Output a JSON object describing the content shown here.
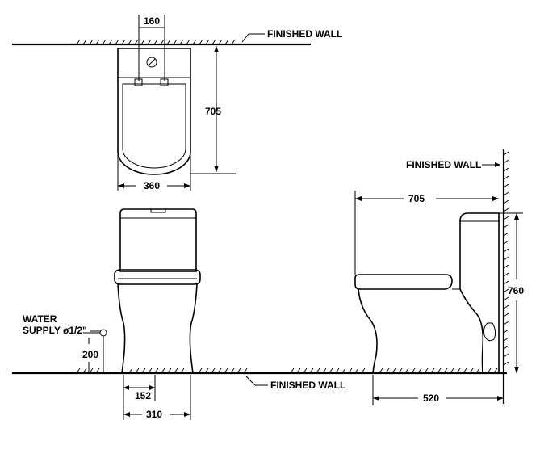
{
  "labels": {
    "finished_wall_top": "FINISHED WALL",
    "finished_wall_right": "FINISHED WALL",
    "finished_wall_bottom": "FINISHED WALL",
    "water_line1": "WATER",
    "water_line2": "SUPPLY ø1/2\""
  },
  "dimensions": {
    "d160": "160",
    "d705_top": "705",
    "d360": "360",
    "d705_side": "705",
    "d760": "760",
    "d200": "200",
    "d152": "152",
    "d310": "310",
    "d520": "520"
  }
}
